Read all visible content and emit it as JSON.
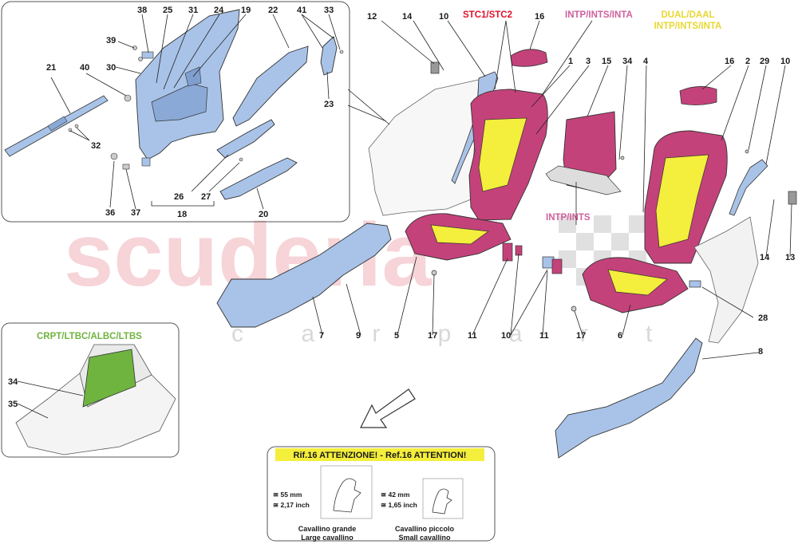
{
  "watermark": {
    "brand": "scuderia",
    "sub": "c a r   p a r t s"
  },
  "colors": {
    "part_blue": "#a9c3e8",
    "seat_pink": "#c4427a",
    "seat_yellow": "#f4ee3c",
    "code_red": "#e0122c",
    "code_pink": "#d0609e",
    "code_yellow": "#e8d832",
    "code_green": "#6fb43f",
    "watermark": "#f4c6cc"
  },
  "codes": {
    "stc": "STC1/STC2",
    "intp_inta": "INTP/INTS/INTA",
    "dual_line1": "DUAL/DAAL",
    "dual_line2": "INTP/INTS/INTA",
    "intp_ints": "INTP/INTS",
    "crpt": "CRPT/LTBC/ALBC/LTBS"
  },
  "callouts": {
    "n1": "1",
    "n2": "2",
    "n3": "3",
    "n4": "4",
    "n5": "5",
    "n6": "6",
    "n7": "7",
    "n8": "8",
    "n9": "9",
    "n10a": "10",
    "n10b": "10",
    "n10c": "10",
    "n11a": "11",
    "n11b": "11",
    "n12": "12",
    "n13": "13",
    "n14a": "14",
    "n14b": "14",
    "n15": "15",
    "n16a": "16",
    "n16b": "16",
    "n17a": "17",
    "n17b": "17",
    "n18": "18",
    "n19": "19",
    "n20": "20",
    "n21": "21",
    "n22": "22",
    "n23": "23",
    "n24": "24",
    "n25": "25",
    "n26": "26",
    "n27": "27",
    "n28": "28",
    "n29": "29",
    "n30": "30",
    "n31": "31",
    "n32": "32",
    "n33": "33",
    "n34a": "34",
    "n34b": "34",
    "n35": "35",
    "n36": "36",
    "n37": "37",
    "n38": "38",
    "n39": "39",
    "n40": "40",
    "n41": "41"
  },
  "attention": {
    "title": "Rif.16 ATTENZIONE! - Ref.16 ATTENTION!",
    "large_mm": "≅ 55 mm",
    "large_inch": "≅ 2,17 inch",
    "large_label_it": "Cavallino grande",
    "large_label_en": "Large cavallino",
    "small_mm": "≅ 42 mm",
    "small_inch": "≅ 1,65 inch",
    "small_label_it": "Cavallino piccolo",
    "small_label_en": "Small cavallino"
  }
}
